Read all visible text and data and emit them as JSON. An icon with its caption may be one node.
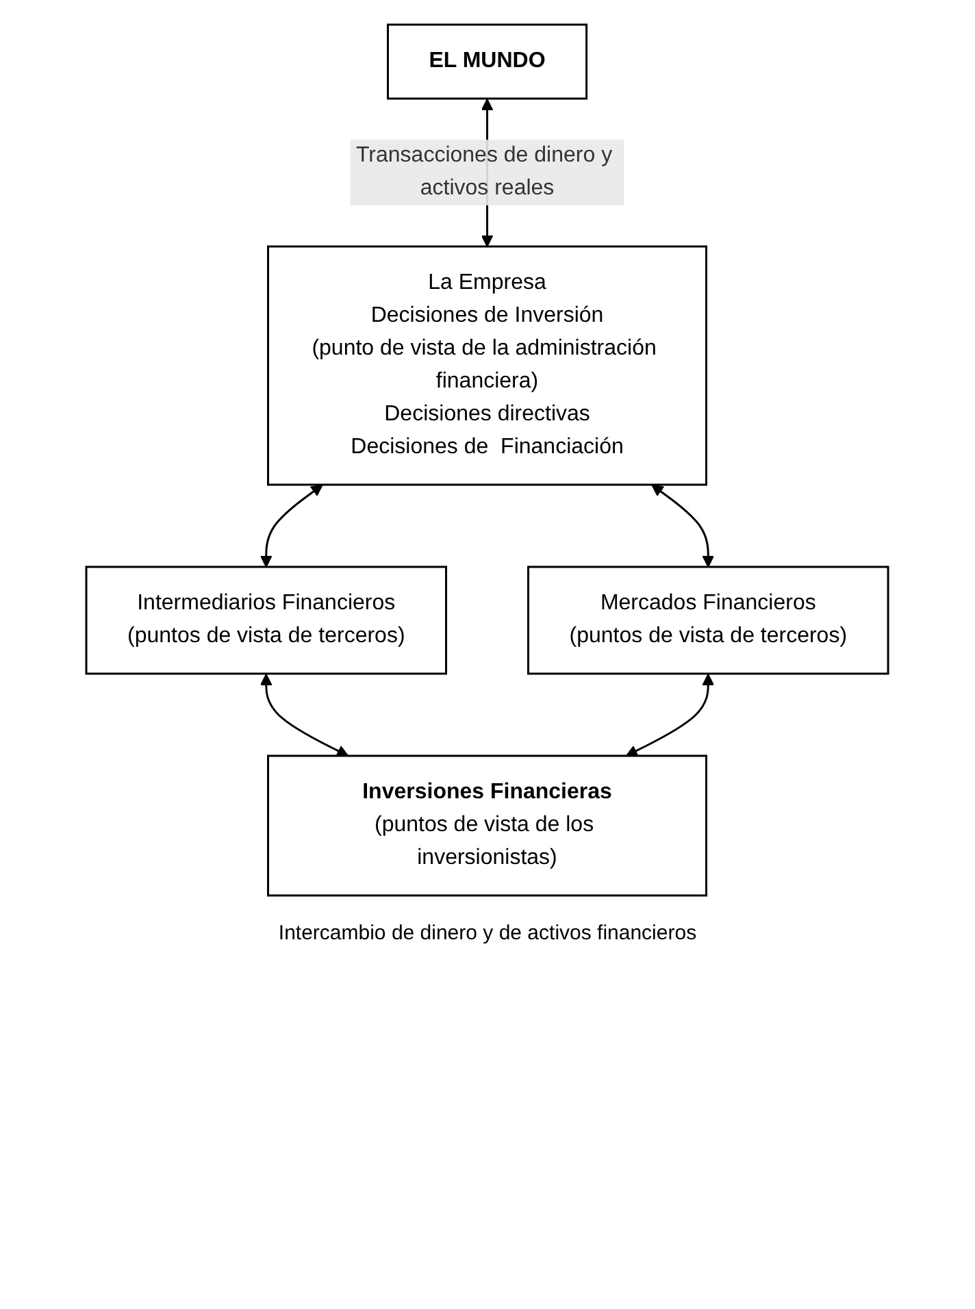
{
  "diagram": {
    "nodes": [
      {
        "text": [
          "EL MUNDO"
        ]
      },
      {
        "text": [
          "La Empresa",
          "Decisiones de Inversión",
          "(punto de vista de la administración financiera)",
          "Decisiones directivas",
          "Decisiones de  Financiación"
        ]
      },
      {
        "text": [
          "Intermediarios Financieros",
          "(puntos de vista de terceros)"
        ]
      },
      {
        "text": [
          "Mercados Financieros",
          "(puntos de vista de terceros)"
        ]
      },
      {
        "text": [
          "Inversiones Financieras",
          "(puntos de vista de los inversionistas)"
        ]
      }
    ],
    "edges": [
      {
        "from": 0,
        "to": 1,
        "arrow": "both",
        "label": "Transacciones de dinero y activos reales"
      },
      {
        "from": 1,
        "to": 2,
        "arrow": "both"
      },
      {
        "from": 1,
        "to": 3,
        "arrow": "both"
      },
      {
        "from": 2,
        "to": 4,
        "arrow": "both"
      },
      {
        "from": 3,
        "to": 4,
        "arrow": "both"
      }
    ],
    "labels": [
      "Intercambio de dinero y de activos financieros"
    ]
  }
}
